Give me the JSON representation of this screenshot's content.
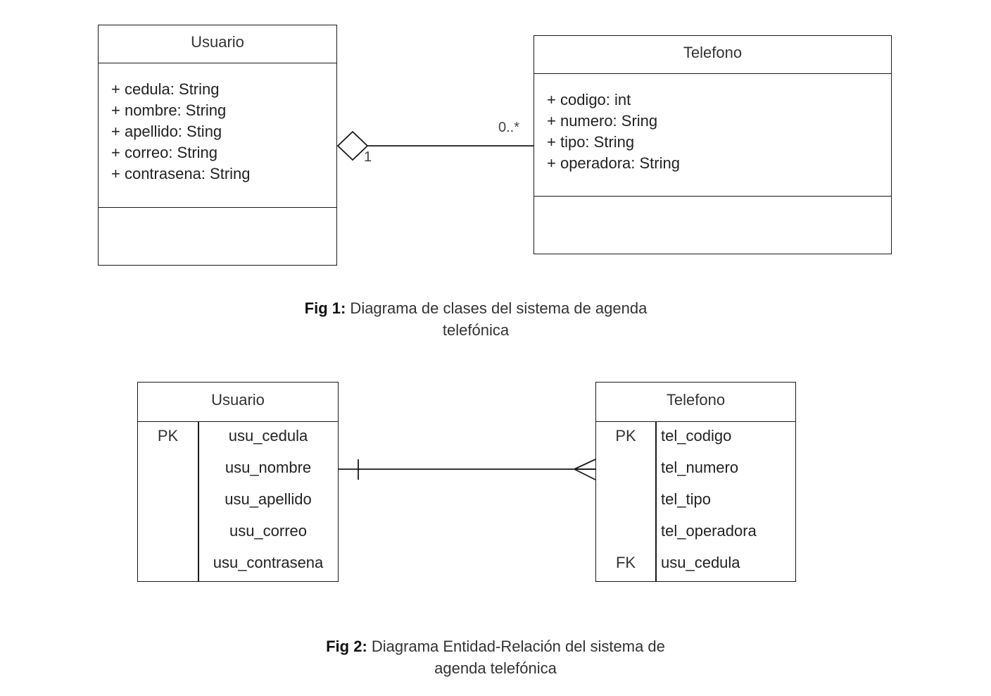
{
  "class_diagram": {
    "usuario": {
      "title": "Usuario",
      "attributes": [
        "+ cedula: String",
        "+ nombre: String",
        "+ apellido: Sting",
        "+ correo: String",
        "+ contrasena: String"
      ]
    },
    "telefono": {
      "title": "Telefono",
      "attributes": [
        "+ codigo: int",
        "+ numero: Sring",
        "+ tipo: String",
        "+ operadora: String"
      ]
    },
    "association": {
      "usuario_multiplicity": "1",
      "telefono_multiplicity": "0..*"
    },
    "caption": {
      "label": "Fig 1:",
      "line1": " Diagrama de clases del sistema de agenda",
      "line2": "telefónica"
    }
  },
  "er_diagram": {
    "usuario": {
      "title": "Usuario",
      "rows": [
        {
          "key": "PK",
          "field": "usu_cedula"
        },
        {
          "key": "",
          "field": "usu_nombre"
        },
        {
          "key": "",
          "field": "usu_apellido"
        },
        {
          "key": "",
          "field": "usu_correo"
        },
        {
          "key": "",
          "field": "usu_contrasena"
        }
      ]
    },
    "telefono": {
      "title": "Telefono",
      "rows": [
        {
          "key": "PK",
          "field": "tel_codigo"
        },
        {
          "key": "",
          "field": "tel_numero"
        },
        {
          "key": "",
          "field": "tel_tipo"
        },
        {
          "key": "",
          "field": "tel_operadora"
        },
        {
          "key": "FK",
          "field": "usu_cedula"
        }
      ]
    },
    "caption": {
      "label": "Fig 2:",
      "line1": " Diagrama Entidad-Relación del sistema de",
      "line2": "agenda telefónica"
    }
  }
}
